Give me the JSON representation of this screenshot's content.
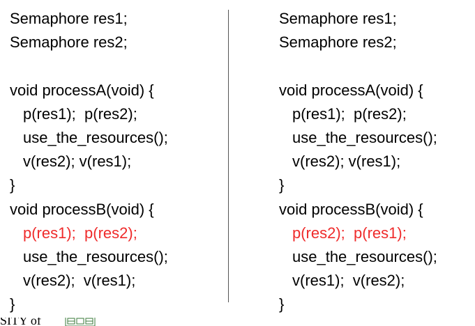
{
  "left_code": {
    "lines": [
      "Semaphore res1;",
      "Semaphore res2;",
      "",
      "void processA(void) {",
      "p(res1);  p(res2);",
      "use_the_resources();",
      "v(res2); v(res1);",
      "}",
      "void processB(void) {",
      "p(res1);  p(res2);",
      "use_the_resources();",
      "v(res2);  v(res1);",
      "}"
    ]
  },
  "right_code": {
    "lines": [
      "Semaphore res1;",
      "Semaphore res2;",
      "",
      "void processA(void) {",
      "p(res1);  p(res2);",
      "use_the_resources();",
      "v(res2); v(res1);",
      "}",
      "void processB(void) {",
      "p(res2);  p(res1);",
      "use_the_resources();",
      "v(res1);  v(res2);",
      "}"
    ]
  },
  "colors": {
    "highlight": "#ef2b2b",
    "text": "#000000",
    "divider": "#555555"
  },
  "footer": {
    "text": "SITY of",
    "logo_icon": "university-crest-icon"
  }
}
